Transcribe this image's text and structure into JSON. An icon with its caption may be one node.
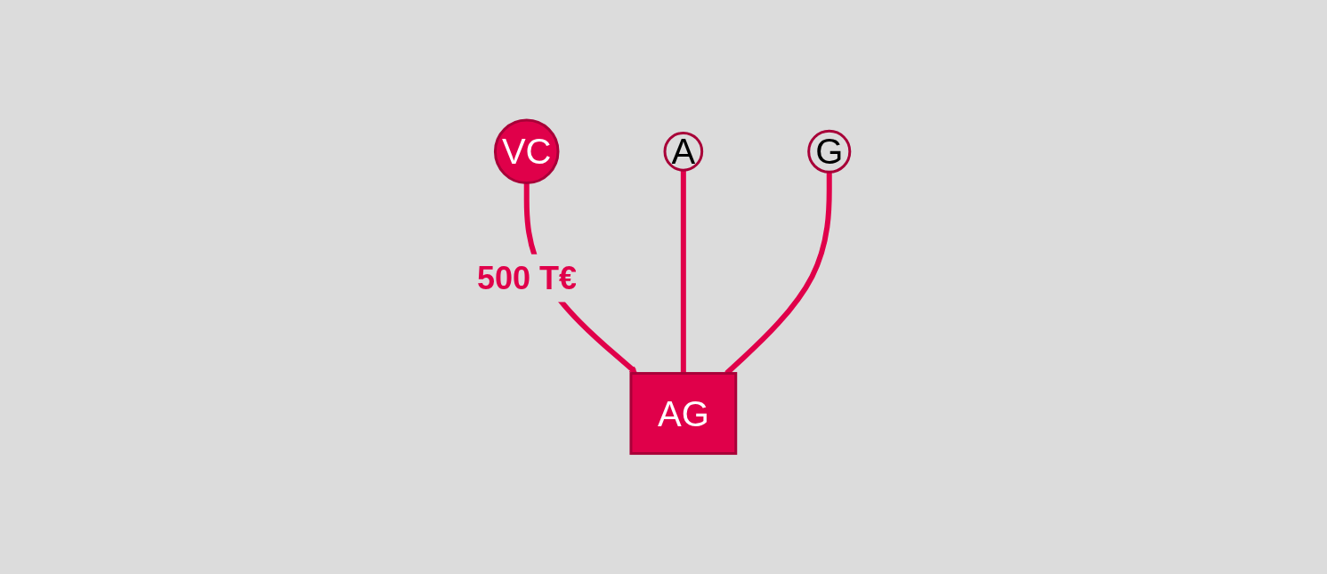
{
  "diagram": {
    "nodes": [
      {
        "text": [
          "VC"
        ]
      },
      {
        "text": [
          "A"
        ]
      },
      {
        "text": [
          "G"
        ]
      },
      {
        "text": [
          "AG"
        ]
      }
    ],
    "edges": [
      {
        "from": 0,
        "to": 3,
        "arrow": "to",
        "label": "500 T€"
      },
      {
        "from": 1,
        "to": 3,
        "arrow": "none"
      },
      {
        "from": 2,
        "to": 3,
        "arrow": "none"
      }
    ]
  }
}
